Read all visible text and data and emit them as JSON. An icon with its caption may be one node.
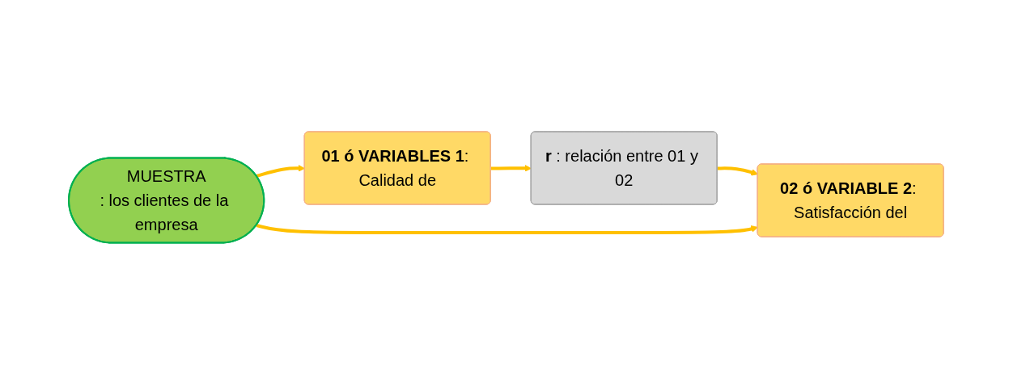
{
  "diagram": {
    "nodes": [
      {
        "text": [
          "MUESTRA",
          ": los clientes de la empresa"
        ]
      },
      {
        "text": [
          "**01 ó VARIABLES 1**: Calidad de"
        ]
      },
      {
        "text": [
          "**r** : relación entre 01 y 02"
        ]
      },
      {
        "text": [
          "**02 ó VARIABLE 2**: Satisfacción del"
        ]
      }
    ],
    "edges": [
      {
        "from": 0,
        "to": 1,
        "arrow": "to"
      },
      {
        "from": 1,
        "to": 2,
        "arrow": "to"
      },
      {
        "from": 2,
        "to": 3,
        "arrow": "to"
      },
      {
        "from": 0,
        "to": 3,
        "arrow": "to"
      }
    ]
  }
}
